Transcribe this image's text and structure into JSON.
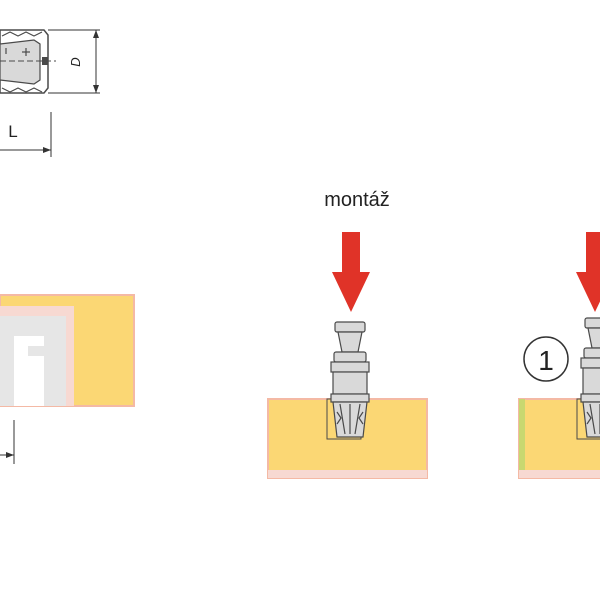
{
  "labels": {
    "length": "L",
    "diameter": "D",
    "assembly": "montáž",
    "step_number": "1"
  },
  "colors": {
    "wood_fill": "#fbd774",
    "wood_edge": "#f4b9a5",
    "wood_face": "#c8d870",
    "arrow": "#e03328",
    "fitting_fill": "#d9d9d9",
    "fitting_stroke": "#4a4a4a",
    "hole_gray": "#e6e6e6",
    "hole_light": "#f7d9d2",
    "dimension_line": "#333333"
  }
}
